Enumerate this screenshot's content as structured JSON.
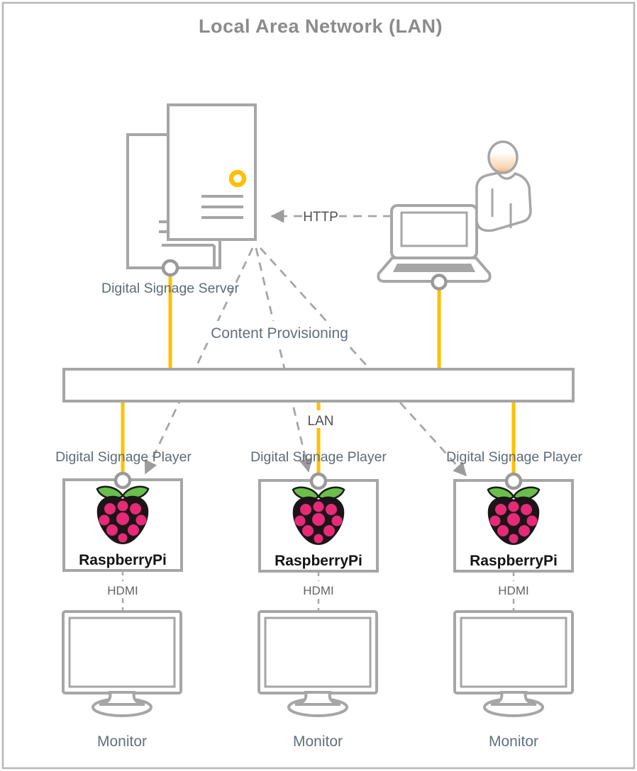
{
  "title": "Local Area Network (LAN)",
  "server": {
    "label": "Digital Signage Server"
  },
  "network": {
    "http_label": "HTTP",
    "provisioning_label": "Content Provisioning",
    "lan_label": "LAN"
  },
  "players": [
    {
      "label": "Digital Signage Player",
      "device_label": "RaspberryPi",
      "hdmi_label": "HDMI",
      "monitor_label": "Monitor"
    },
    {
      "label": "Digital Signage Player",
      "device_label": "RaspberryPi",
      "hdmi_label": "HDMI",
      "monitor_label": "Monitor"
    },
    {
      "label": "Digital Signage Player",
      "device_label": "RaspberryPi",
      "hdmi_label": "HDMI",
      "monitor_label": "Monitor"
    }
  ],
  "colors": {
    "ethernet_yellow": "#FFC000",
    "outline_gray": "#A6A6A6",
    "raspberry_pink": "#E62A76",
    "leaf_green": "#6ABF4B",
    "label_slate": "#5E6B76",
    "title_gray": "#8B8B8B"
  }
}
